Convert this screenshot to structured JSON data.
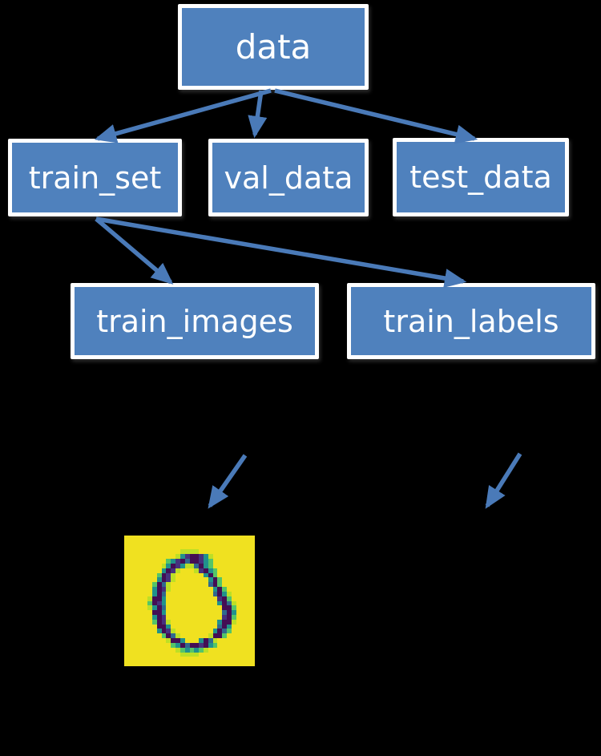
{
  "canvas": {
    "background_color": "#000000"
  },
  "diagram": {
    "node_fill": "#4f81bd",
    "node_border": "#ffffff",
    "node_text_color": "#ffffff",
    "connector_color": "#4a7ab8",
    "nodes": [
      {
        "id": "data",
        "label": "data"
      },
      {
        "id": "train_set",
        "label": "train_set"
      },
      {
        "id": "val_data",
        "label": "val_data"
      },
      {
        "id": "test_data",
        "label": "test_data"
      },
      {
        "id": "train_images",
        "label": "train_images"
      },
      {
        "id": "train_labels",
        "label": "train_labels"
      }
    ],
    "edges": [
      {
        "from": "data",
        "to": "train_set"
      },
      {
        "from": "data",
        "to": "val_data"
      },
      {
        "from": "data",
        "to": "test_data"
      },
      {
        "from": "train_set",
        "to": "train_images"
      },
      {
        "from": "train_set",
        "to": "train_labels"
      },
      {
        "from": "train_images",
        "to": "sample-digit-image"
      },
      {
        "from": "train_labels",
        "to": "below"
      }
    ]
  },
  "mnist_preview": {
    "description": "handwritten-digit-0-heatmap",
    "grid_size": 28,
    "palette": {
      "y": "#f0e120",
      "a": "#bddf26",
      "g": "#54c568",
      "t": "#21918c",
      "b": "#31688e",
      "p": "#46327e",
      "d": "#440e54"
    },
    "rows": [
      "yyyyyyyyyyyyyyyyyyyyyyyyyyyy",
      "yyyyyyyyyyyyyyyyyyyyyyyyyyyy",
      "yyyyyyyyyyyyyyyyyyyyyyyyyyyy",
      "yyyyyyyyyyyyaaaayyyyyyyyyyyy",
      "yyyyyyyyyyyatpddptayyyyyyyyy",
      "yyyyyyyyygtpdbddptgyyyyyyyyy",
      "yyyyyyyyatdptaabdtgyyyyyyyyy",
      "yyyyyyyytdpayyyapdtgyyyyyyyy",
      "yyyyyyygdpayyyyyytdgyyyyyyyy",
      "yyyyyyytdpayyyyyyytdgyyyyyyy",
      "yyyyyygdbayyyyyyyybdgyyyyyyy",
      "yyyyyytdpayyyyyyyyytdgyyyyyy",
      "yyyyyytdbyyyyyyyyyybdtayyyyy",
      "yyyyyaddtyyyyyyyyyyypdgyyyyy",
      "yyyyygdptyyyyyyyyyyytdbayyyy",
      "yyyyyatdbyyyyyyyyyyyyddgyyyy",
      "yyyyyyddtyyyyyyyyyyyybdtyyyy",
      "yyyyyytdpyyyyyyyyyyyypdgyyyy",
      "yyyyyygdpayyyyyyyyyytddayyyy",
      "yyyyyyyddtyyyyyyyyyybdtyyyyy",
      "yyyyyyytdpayyyyyyyytdbgyyyyy",
      "yyyyyyyygdbayyyyyyaddgyyyyyy",
      "yyyyyyyyyaddtyyytdbayyyyyyyy",
      "yyyyyyyyyygtdbddpdtgyyyyyyyy",
      "yyyyyyyyyyyagtgtgayyyyyyyyyy",
      "yyyyyyyyyyyyaaaayyyyyyyyyyyy",
      "yyyyyyyyyyyyyyyyyyyyyyyyyyyy",
      "yyyyyyyyyyyyyyyyyyyyyyyyyyyy"
    ]
  }
}
